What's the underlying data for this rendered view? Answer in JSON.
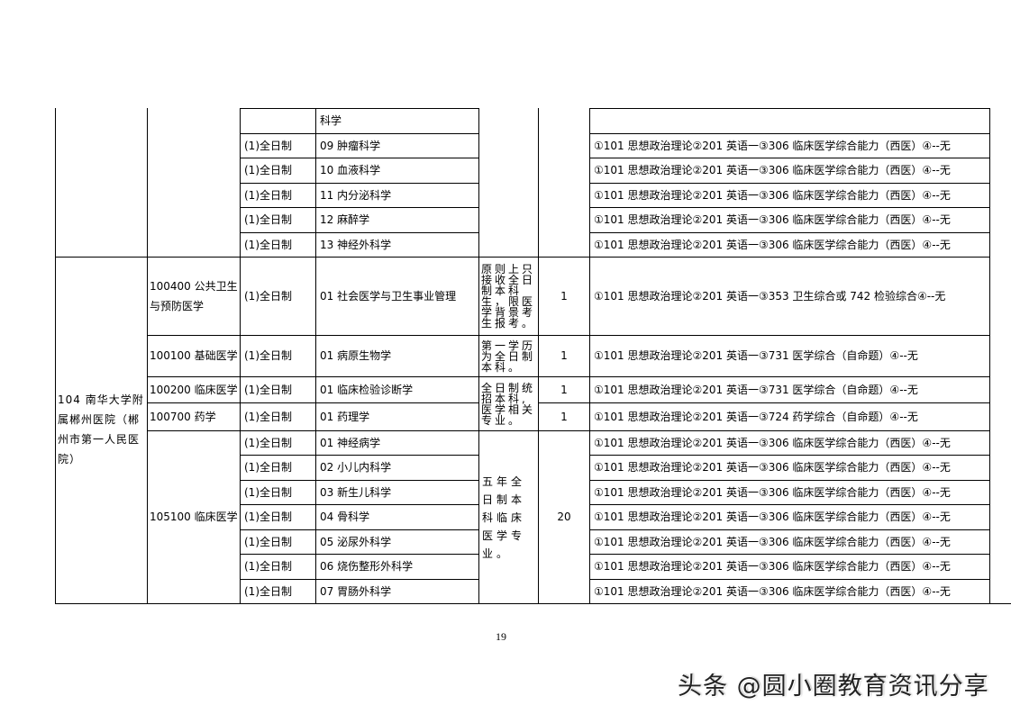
{
  "document": {
    "page_number": "19",
    "watermark": "头条 @圆小圈教育资讯分享"
  },
  "table": {
    "top_rows": [
      {
        "mode": "",
        "direction": "科学",
        "exam": ""
      },
      {
        "mode": "(1)全日制",
        "direction": "09 肿瘤科学",
        "exam": "①101 思想政治理论②201 英语一③306 临床医学综合能力（西医）④--无"
      },
      {
        "mode": "(1)全日制",
        "direction": "10 血液科学",
        "exam": "①101 思想政治理论②201 英语一③306 临床医学综合能力（西医）④--无"
      },
      {
        "mode": "(1)全日制",
        "direction": "11 内分泌科学",
        "exam": "①101 思想政治理论②201 英语一③306 临床医学综合能力（西医）④--无"
      },
      {
        "mode": "(1)全日制",
        "direction": "12 麻醉学",
        "exam": "①101 思想政治理论②201 英语一③306 临床医学综合能力（西医）④--无"
      },
      {
        "mode": "(1)全日制",
        "direction": "13 神经外科学",
        "exam": "①101 思想政治理论②201 英语一③306 临床医学综合能力（西医）④--无"
      }
    ],
    "unit": "104 南华大学附属郴州医院（郴州市第一人民医院）",
    "majors": [
      {
        "major": "100400 公共卫生与预防医学",
        "mode": "(1)全日制",
        "direction": "01 社会医学与卫生事业管理",
        "remark": "原则上只接收全日制本科生，限医学背景考生报考。",
        "quota": "1",
        "exam": "①101 思想政治理论②201 英语一③353 卫生综合或 742 检验综合④--无"
      },
      {
        "major": "100100 基础医学",
        "mode": "(1)全日制",
        "direction": "01 病原生物学",
        "remark": "第一学历为全日制本科。",
        "quota": "1",
        "exam": "①101 思想政治理论②201 英语一③731 医学综合（自命题）④--无"
      },
      {
        "major": "100200 临床医学",
        "mode": "(1)全日制",
        "direction": "01 临床检验诊断学",
        "quota": "1",
        "exam": "①101 思想政治理论②201 英语一③731 医学综合（自命题）④--无"
      },
      {
        "major": "100700 药学",
        "mode": "(1)全日制",
        "direction": "01 药理学",
        "quota": "1",
        "exam": "①101 思想政治理论②201 英语一③724 药学综合（自命题）④--无"
      }
    ],
    "shared_remark_100200_100700": "全日制统招本科,医学相关专业。",
    "clinical": {
      "major": "105100 临床医学",
      "remark": "五年全日制本科临床医学专业。",
      "quota": "20",
      "rows": [
        {
          "mode": "(1)全日制",
          "direction": "01 神经病学",
          "exam": "①101 思想政治理论②201 英语一③306 临床医学综合能力（西医）④--无"
        },
        {
          "mode": "(1)全日制",
          "direction": "02 小儿内科学",
          "exam": "①101 思想政治理论②201 英语一③306 临床医学综合能力（西医）④--无"
        },
        {
          "mode": "(1)全日制",
          "direction": "03 新生儿科学",
          "exam": "①101 思想政治理论②201 英语一③306 临床医学综合能力（西医）④--无"
        },
        {
          "mode": "(1)全日制",
          "direction": "04 骨科学",
          "exam": "①101 思想政治理论②201 英语一③306 临床医学综合能力（西医）④--无"
        },
        {
          "mode": "(1)全日制",
          "direction": "05 泌尿外科学",
          "exam": "①101 思想政治理论②201 英语一③306 临床医学综合能力（西医）④--无"
        },
        {
          "mode": "(1)全日制",
          "direction": "06 烧伤整形外科学",
          "exam": "①101 思想政治理论②201 英语一③306 临床医学综合能力（西医）④--无"
        },
        {
          "mode": "(1)全日制",
          "direction": "07 胃肠外科学",
          "exam": "①101 思想政治理论②201 英语一③306 临床医学综合能力（西医）④--无"
        }
      ]
    }
  }
}
